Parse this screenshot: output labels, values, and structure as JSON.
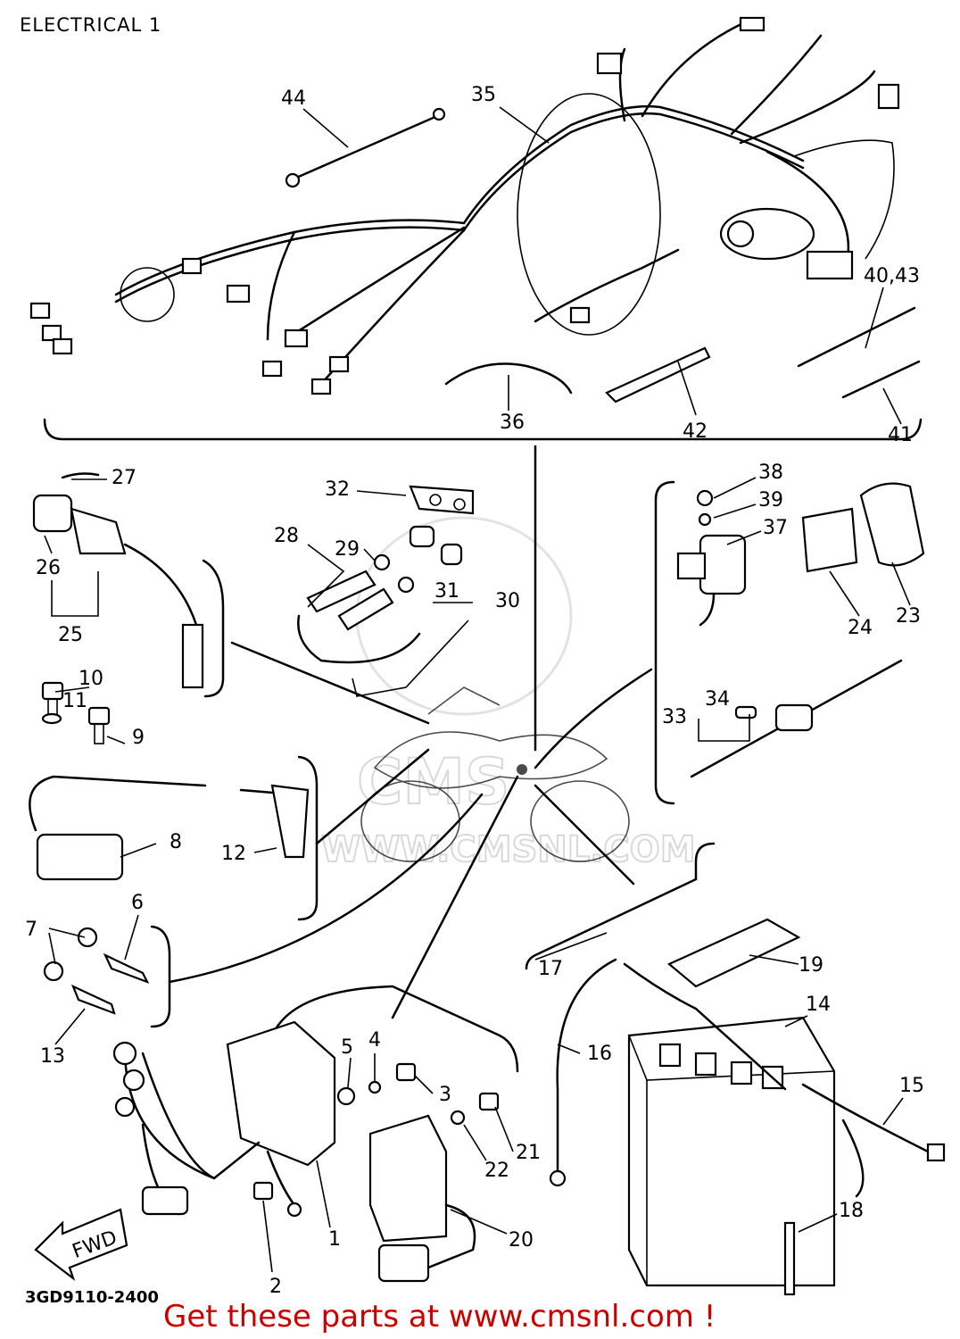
{
  "page": {
    "title": "ELECTRICAL 1",
    "diagram_code": "3GD9110-2400",
    "cta": "Get these parts at www.cmsnl.com !",
    "fwd_label": "FWD",
    "watermark": "WWW.CMSNL.COM"
  },
  "callouts": [
    "1",
    "2",
    "3",
    "4",
    "5",
    "6",
    "7",
    "8",
    "9",
    "10",
    "11",
    "12",
    "13",
    "14",
    "15",
    "16",
    "17",
    "18",
    "19",
    "20",
    "21",
    "22",
    "23",
    "24",
    "25",
    "26",
    "27",
    "28",
    "29",
    "30",
    "31",
    "32",
    "33",
    "34",
    "35",
    "36",
    "37",
    "38",
    "39",
    "40,43",
    "41",
    "42",
    "44"
  ]
}
